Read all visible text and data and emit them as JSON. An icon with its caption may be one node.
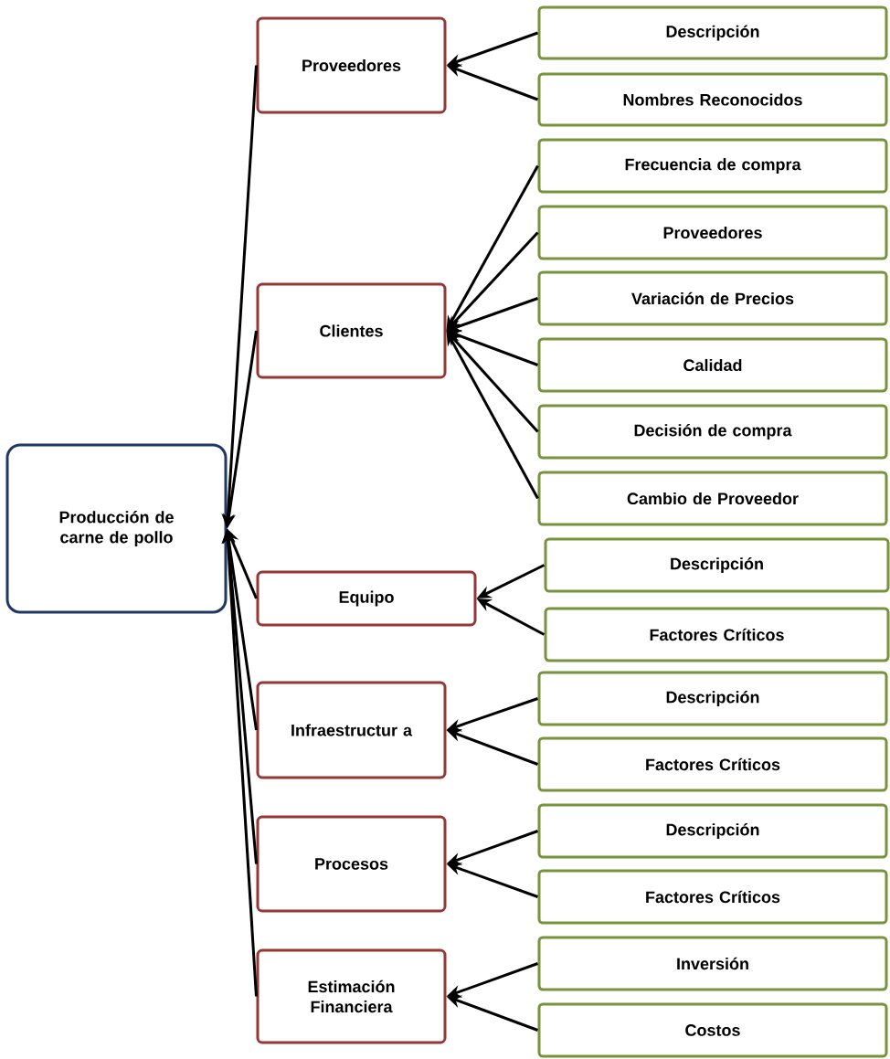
{
  "diagram": {
    "nodes": [
      {
        "text": [
          "Producción de carne de pollo"
        ]
      },
      {
        "text": [
          "Proveedores"
        ]
      },
      {
        "text": [
          "Descripción"
        ]
      },
      {
        "text": [
          "Nombres Reconocidos"
        ]
      },
      {
        "text": [
          "Clientes"
        ]
      },
      {
        "text": [
          "Frecuencia de compra"
        ]
      },
      {
        "text": [
          "Proveedores"
        ]
      },
      {
        "text": [
          "Variación de Precios"
        ]
      },
      {
        "text": [
          "Calidad"
        ]
      },
      {
        "text": [
          "Decisión de compra"
        ]
      },
      {
        "text": [
          "Cambio de Proveedor"
        ]
      },
      {
        "text": [
          "Equipo"
        ]
      },
      {
        "text": [
          "Descripción"
        ]
      },
      {
        "text": [
          "Factores Críticos"
        ]
      },
      {
        "text": [
          "Infraestructur a"
        ]
      },
      {
        "text": [
          "Descripción"
        ]
      },
      {
        "text": [
          "Factores Críticos"
        ]
      },
      {
        "text": [
          "Procesos"
        ]
      },
      {
        "text": [
          "Descripción"
        ]
      },
      {
        "text": [
          "Factores Críticos"
        ]
      },
      {
        "text": [
          "Estimación Financiera"
        ]
      },
      {
        "text": [
          "Inversión"
        ]
      },
      {
        "text": [
          "Costos"
        ]
      }
    ],
    "edges": [
      {
        "from": 2,
        "to": 1,
        "arrow": "to"
      },
      {
        "from": 3,
        "to": 1,
        "arrow": "to"
      },
      {
        "from": 5,
        "to": 4,
        "arrow": "to"
      },
      {
        "from": 6,
        "to": 4,
        "arrow": "to"
      },
      {
        "from": 7,
        "to": 4,
        "arrow": "to"
      },
      {
        "from": 8,
        "to": 4,
        "arrow": "to"
      },
      {
        "from": 9,
        "to": 4,
        "arrow": "to"
      },
      {
        "from": 10,
        "to": 4,
        "arrow": "to"
      },
      {
        "from": 12,
        "to": 11,
        "arrow": "to"
      },
      {
        "from": 13,
        "to": 11,
        "arrow": "to"
      },
      {
        "from": 15,
        "to": 14,
        "arrow": "to"
      },
      {
        "from": 16,
        "to": 14,
        "arrow": "to"
      },
      {
        "from": 18,
        "to": 17,
        "arrow": "to"
      },
      {
        "from": 19,
        "to": 17,
        "arrow": "to"
      },
      {
        "from": 21,
        "to": 20,
        "arrow": "to"
      },
      {
        "from": 22,
        "to": 20,
        "arrow": "to"
      },
      {
        "from": 1,
        "to": 0,
        "arrow": "to"
      },
      {
        "from": 4,
        "to": 0,
        "arrow": "to"
      },
      {
        "from": 11,
        "to": 0,
        "arrow": "to"
      },
      {
        "from": 14,
        "to": 0,
        "arrow": "to"
      },
      {
        "from": 17,
        "to": 0,
        "arrow": "to"
      },
      {
        "from": 20,
        "to": 0,
        "arrow": "to"
      }
    ]
  }
}
